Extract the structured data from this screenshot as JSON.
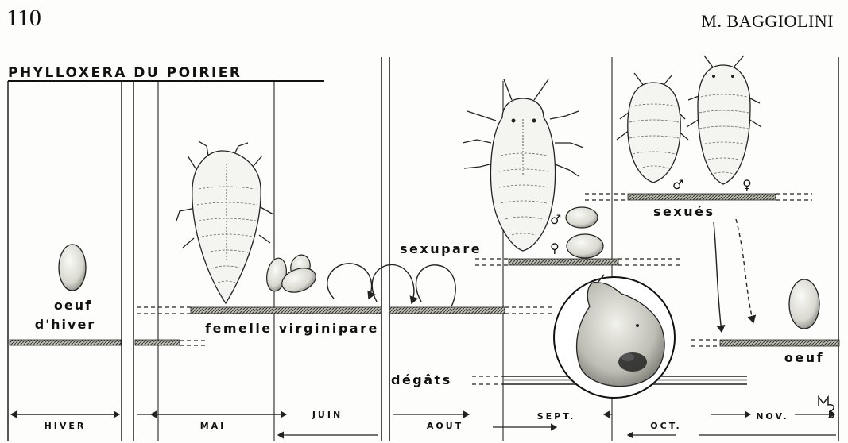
{
  "page": {
    "number": "110",
    "running_head": "M. BAGGIOLINI"
  },
  "figure": {
    "title": "PHYLLOXERA  DU  POIRIER",
    "labels": {
      "winter_egg": "oeuf\nd'hiver",
      "winter_egg_line1": "oeuf",
      "winter_egg_line2": "d'hiver",
      "virginipara": "femelle  virginipare",
      "sexupara": "sexupare",
      "sexuales": "sexués",
      "egg": "oeuf",
      "damage": "dégâts",
      "male_symbol": "♂",
      "female_symbol": "♀"
    },
    "months": [
      "HIVER",
      "MAI",
      "JUIN",
      "AOUT",
      "SEPT.",
      "OCT.",
      "NOV."
    ],
    "signature": "mB"
  }
}
